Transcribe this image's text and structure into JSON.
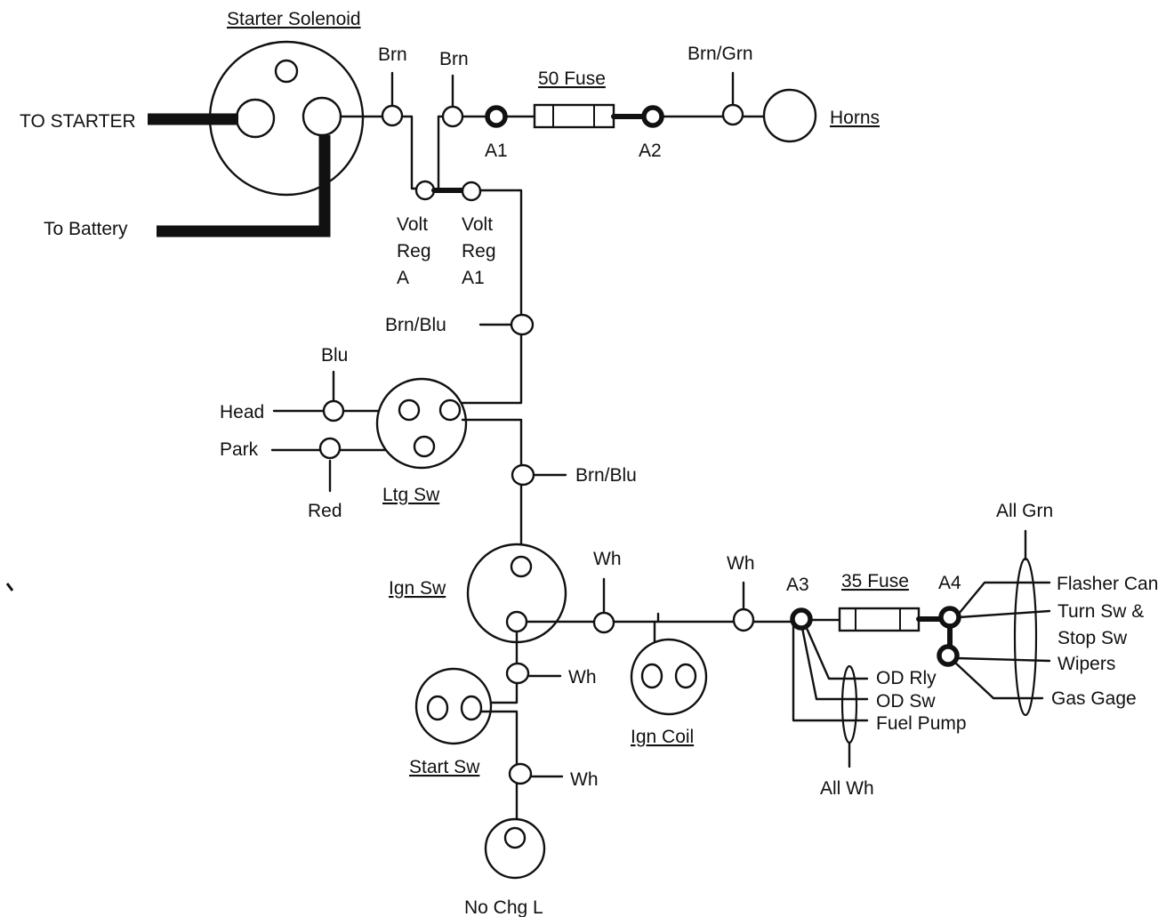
{
  "labels": {
    "starter_solenoid": "Starter Solenoid",
    "to_starter": "TO STARTER",
    "to_battery": "To Battery",
    "brn_1": "Brn",
    "brn_2": "Brn",
    "fuse_50": "50 Fuse",
    "brn_grn": "Brn/Grn",
    "horns": "Horns",
    "a1": "A1",
    "a2": "A2",
    "volt_reg_a": [
      "Volt",
      "Reg",
      "A"
    ],
    "volt_reg_a1": [
      "Volt",
      "Reg",
      "A1"
    ],
    "brn_blu_1": "Brn/Blu",
    "blu": "Blu",
    "head": "Head",
    "park": "Park",
    "red": "Red",
    "ltg_sw": "Ltg Sw",
    "brn_blu_2": "Brn/Blu",
    "all_grn": "All Grn",
    "ign_sw": "Ign Sw",
    "wh_1": "Wh",
    "wh_2": "Wh",
    "a3": "A3",
    "fuse_35": "35 Fuse",
    "a4": "A4",
    "flasher_can": "Flasher Can",
    "turn_sw": "Turn Sw &",
    "stop_sw": "Stop Sw",
    "wipers": "Wipers",
    "gas_gage": "Gas Gage",
    "od_rly": "OD Rly",
    "od_sw": "OD Sw",
    "fuel_pump": "Fuel Pump",
    "all_wh": "All Wh",
    "wh_3": "Wh",
    "ign_coil": "Ign Coil",
    "start_sw": "Start Sw",
    "wh_4": "Wh",
    "no_chg_l": "No Chg L"
  }
}
